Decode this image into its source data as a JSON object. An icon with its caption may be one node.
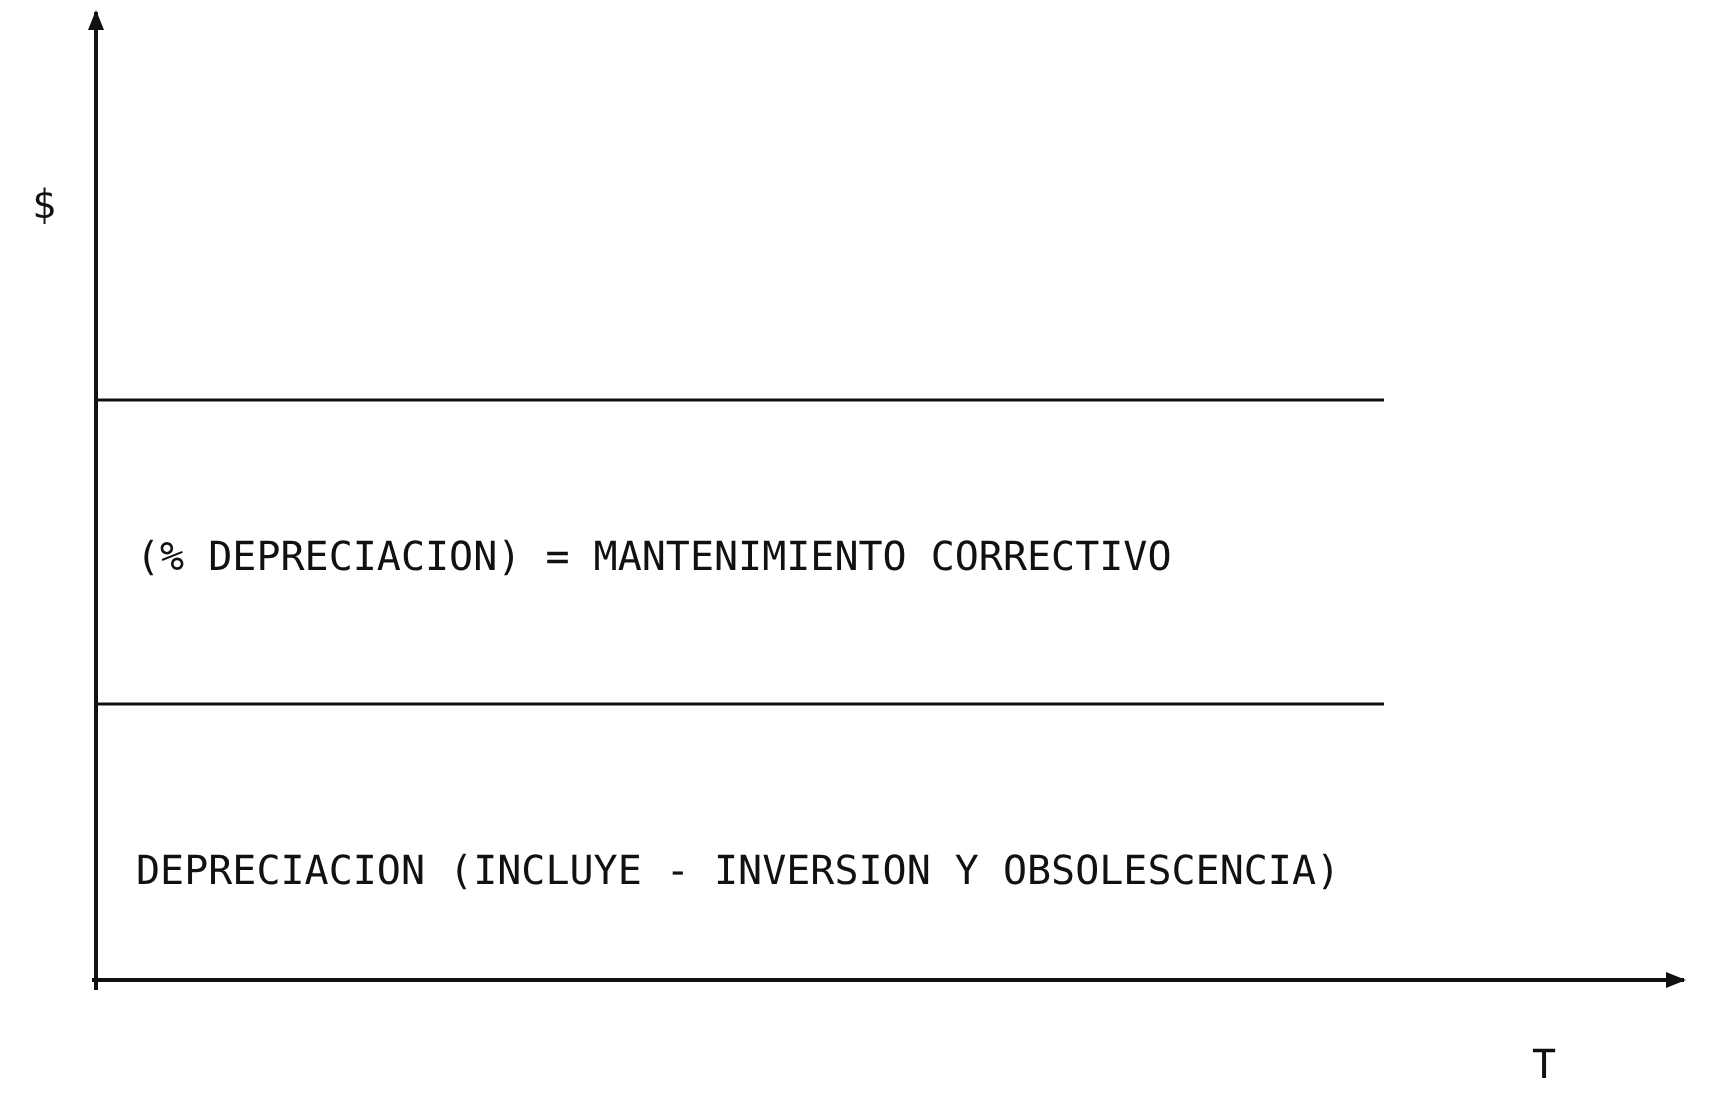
{
  "diagram": {
    "labels": [
      "$",
      "(% DEPRECIACION) = MANTENIMIENTO CORRECTIVO",
      "DEPRECIACION (INCLUYE - INVERSION Y OBSOLESCENCIA)",
      "T"
    ]
  }
}
